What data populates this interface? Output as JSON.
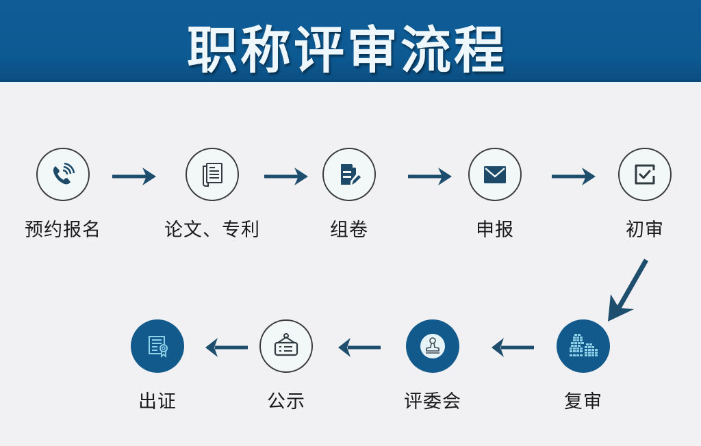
{
  "title": "职称评审流程",
  "colors": {
    "header_bg": "#0f5c97",
    "title_text": "#eef8fc",
    "icon_dark": "#1c4a68",
    "filled_circle": "#135a8c",
    "arrow": "#1e4e6d",
    "background": "#f1f1f3"
  },
  "steps": [
    {
      "order": 1,
      "label": "预约报名",
      "icon": "phone-icon",
      "style": "outline"
    },
    {
      "order": 2,
      "label": "论文、专利",
      "icon": "document-scroll-icon",
      "style": "outline"
    },
    {
      "order": 3,
      "label": "组卷",
      "icon": "edit-document-icon",
      "style": "outline"
    },
    {
      "order": 4,
      "label": "申报",
      "icon": "envelope-icon",
      "style": "outline"
    },
    {
      "order": 5,
      "label": "初审",
      "icon": "checkbox-icon",
      "style": "outline"
    },
    {
      "order": 6,
      "label": "复审",
      "icon": "stacked-blocks-icon",
      "style": "filled"
    },
    {
      "order": 7,
      "label": "评委会",
      "icon": "stamp-icon",
      "style": "filled"
    },
    {
      "order": 8,
      "label": "公示",
      "icon": "hanging-sign-icon",
      "style": "outline"
    },
    {
      "order": 9,
      "label": "出证",
      "icon": "certificate-icon",
      "style": "filled"
    }
  ],
  "arrows": [
    {
      "from": 1,
      "to": 2,
      "direction": "right"
    },
    {
      "from": 2,
      "to": 3,
      "direction": "right"
    },
    {
      "from": 3,
      "to": 4,
      "direction": "right"
    },
    {
      "from": 4,
      "to": 5,
      "direction": "right"
    },
    {
      "from": 5,
      "to": 6,
      "direction": "down-left"
    },
    {
      "from": 6,
      "to": 7,
      "direction": "left"
    },
    {
      "from": 7,
      "to": 8,
      "direction": "left"
    },
    {
      "from": 8,
      "to": 9,
      "direction": "left"
    }
  ]
}
